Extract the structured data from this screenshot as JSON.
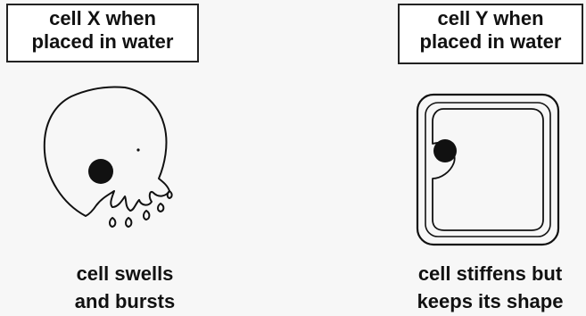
{
  "cell_x": {
    "label_lines": [
      "cell X when",
      "placed in water"
    ],
    "caption_lines": [
      "cell swells",
      "and bursts"
    ]
  },
  "cell_y": {
    "label_lines": [
      "cell Y when",
      "placed in water"
    ],
    "caption_lines": [
      "cell stiffens but",
      "keeps its shape"
    ]
  },
  "colors": {
    "outline": "#111111",
    "nucleus": "#111111",
    "background": "#f7f7f7"
  }
}
